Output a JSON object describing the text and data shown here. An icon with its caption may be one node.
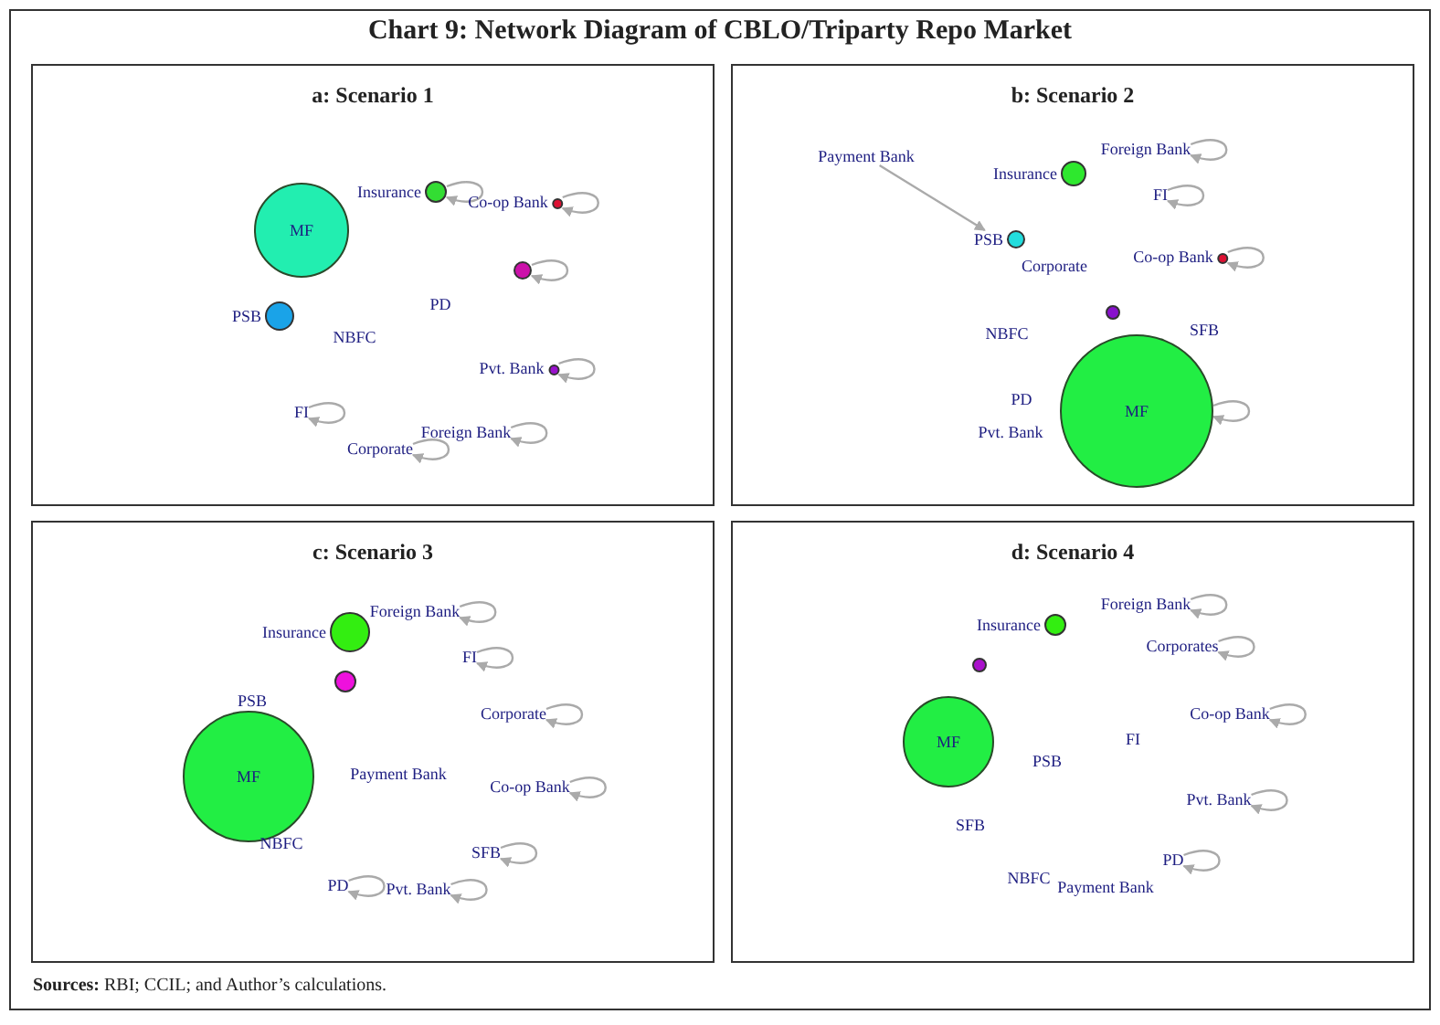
{
  "diagram": {
    "title": "Chart 9: Network Diagram of CBLO/Triparty Repo Market",
    "caption": "**Sources:** RBI; CCIL; and Author’s calculations.",
    "nodes": [
      {
        "text": [
          "a: Scenario 1"
        ]
      },
      {
        "text": [
          "Insurance"
        ],
        "in": 0
      },
      {
        "text": [
          "Co-op Bank"
        ],
        "in": 0
      },
      {
        "text": [],
        "shape": "circle",
        "in": 0
      },
      {
        "text": [
          "MF"
        ],
        "in": 0
      },
      {
        "text": [
          "PSB"
        ],
        "in": 0
      },
      {
        "text": [
          "PD"
        ],
        "in": 0
      },
      {
        "text": [
          "NBFC"
        ],
        "in": 0
      },
      {
        "text": [
          "Pvt. Bank"
        ],
        "in": 0
      },
      {
        "text": [
          "FI"
        ],
        "in": 0
      },
      {
        "text": [
          "Foreign Bank"
        ],
        "in": 0
      },
      {
        "text": [
          "Corporate"
        ],
        "in": 0
      },
      {
        "text": [
          "b: Scenario 2"
        ]
      },
      {
        "text": [
          "Payment Bank"
        ],
        "in": 12
      },
      {
        "text": [
          "Foreign Bank"
        ],
        "in": 12
      },
      {
        "text": [
          "Insurance"
        ],
        "in": 12
      },
      {
        "text": [
          "FI"
        ],
        "in": 12
      },
      {
        "text": [
          "PSB"
        ],
        "in": 12
      },
      {
        "text": [
          "Corporate"
        ],
        "in": 12
      },
      {
        "text": [
          "Co-op Bank"
        ],
        "in": 12
      },
      {
        "text": [],
        "shape": "circle",
        "in": 12
      },
      {
        "text": [
          "NBFC"
        ],
        "in": 12
      },
      {
        "text": [
          "SFB"
        ],
        "in": 12
      },
      {
        "text": [
          "PD"
        ],
        "in": 12
      },
      {
        "text": [
          "MF"
        ],
        "in": 12
      },
      {
        "text": [
          "Pvt. Bank"
        ],
        "in": 12
      },
      {
        "text": [
          "c: Scenario 3"
        ]
      },
      {
        "text": [
          "Foreign Bank"
        ],
        "in": 26
      },
      {
        "text": [
          "Insurance"
        ],
        "in": 26
      },
      {
        "text": [
          "FI"
        ],
        "in": 26
      },
      {
        "text": [],
        "shape": "circle",
        "in": 26
      },
      {
        "text": [
          "PSB"
        ],
        "in": 26
      },
      {
        "text": [
          "Corporate"
        ],
        "in": 26
      },
      {
        "text": [
          "MF"
        ],
        "in": 26
      },
      {
        "text": [
          "Payment Bank"
        ],
        "in": 26
      },
      {
        "text": [
          "Co-op Bank"
        ],
        "in": 26
      },
      {
        "text": [
          "NBFC"
        ],
        "in": 26
      },
      {
        "text": [
          "SFB"
        ],
        "in": 26
      },
      {
        "text": [
          "PD"
        ],
        "in": 26
      },
      {
        "text": [
          "Pvt. Bank"
        ],
        "in": 26
      },
      {
        "text": [
          "d: Scenario 4"
        ]
      },
      {
        "text": [
          "Foreign Bank"
        ],
        "in": 40
      },
      {
        "text": [
          "Insurance"
        ],
        "in": 40
      },
      {
        "text": [
          "Corporates"
        ],
        "in": 40
      },
      {
        "text": [],
        "shape": "circle",
        "in": 40
      },
      {
        "text": [
          "Co-op Bank"
        ],
        "in": 40
      },
      {
        "text": [
          "MF"
        ],
        "in": 40
      },
      {
        "text": [
          "FI"
        ],
        "in": 40
      },
      {
        "text": [
          "PSB"
        ],
        "in": 40
      },
      {
        "text": [
          "Pvt. Bank"
        ],
        "in": 40
      },
      {
        "text": [
          "SFB"
        ],
        "in": 40
      },
      {
        "text": [
          "PD"
        ],
        "in": 40
      },
      {
        "text": [
          "NBFC"
        ],
        "in": 40
      },
      {
        "text": [
          "Payment Bank"
        ],
        "in": 40
      }
    ],
    "edges": [
      {
        "from": 1,
        "to": 1,
        "arrow": "to"
      },
      {
        "from": 2,
        "to": 2,
        "arrow": "to"
      },
      {
        "from": 3,
        "to": 3,
        "arrow": "to"
      },
      {
        "from": 8,
        "to": 8,
        "arrow": "to"
      },
      {
        "from": 10,
        "to": 10,
        "arrow": "to"
      },
      {
        "from": 11,
        "to": 11,
        "arrow": "to"
      },
      {
        "from": 9,
        "to": 9,
        "arrow": "to"
      },
      {
        "from": 13,
        "to": 17,
        "arrow": "to"
      },
      {
        "from": 14,
        "to": 14,
        "arrow": "to"
      },
      {
        "from": 16,
        "to": 16,
        "arrow": "to"
      },
      {
        "from": 19,
        "to": 19,
        "arrow": "to"
      },
      {
        "from": 24,
        "to": 24,
        "arrow": "to"
      },
      {
        "from": 27,
        "to": 27,
        "arrow": "to"
      },
      {
        "from": 29,
        "to": 29,
        "arrow": "to"
      },
      {
        "from": 32,
        "to": 32,
        "arrow": "to"
      },
      {
        "from": 35,
        "to": 35,
        "arrow": "to"
      },
      {
        "from": 37,
        "to": 37,
        "arrow": "to"
      },
      {
        "from": 38,
        "to": 38,
        "arrow": "to"
      },
      {
        "from": 39,
        "to": 39,
        "arrow": "to"
      },
      {
        "from": 41,
        "to": 41,
        "arrow": "to"
      },
      {
        "from": 43,
        "to": 43,
        "arrow": "to"
      },
      {
        "from": 45,
        "to": 45,
        "arrow": "to"
      },
      {
        "from": 49,
        "to": 49,
        "arrow": "to"
      },
      {
        "from": 51,
        "to": 51,
        "arrow": "to"
      }
    ]
  }
}
